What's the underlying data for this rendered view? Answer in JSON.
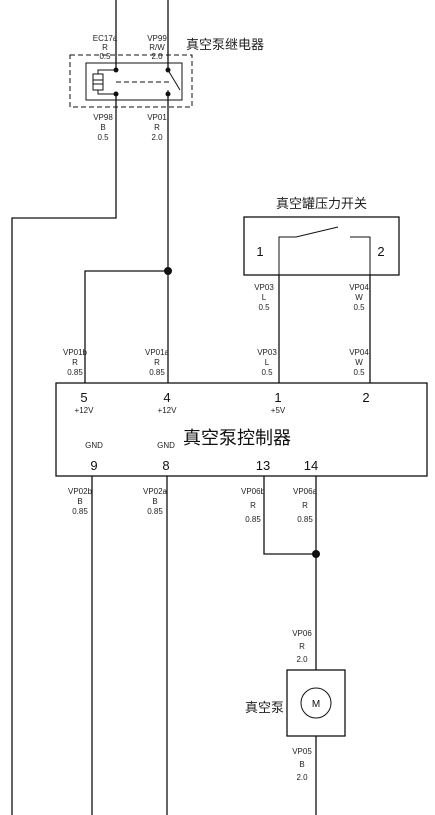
{
  "relay": {
    "title": "真空泵继电器",
    "top_left": [
      "EC17a",
      "R",
      "0.5"
    ],
    "top_right": [
      "VP99",
      "R/W",
      "2.0"
    ],
    "bottom_left": [
      "VP98",
      "B",
      "0.5"
    ],
    "bottom_right": [
      "VP01",
      "R",
      "2.0"
    ]
  },
  "switch": {
    "title": "真空罐压力开关",
    "pin1": "1",
    "pin2": "2",
    "wire_left_top": [
      "VP03",
      "L",
      "0.5"
    ],
    "wire_right_top": [
      "VP04",
      "W",
      "0.5"
    ]
  },
  "controller": {
    "title": "真空泵控制器",
    "top_pins": [
      {
        "num": "5",
        "sub": "+12V",
        "wire": [
          "VP01b",
          "R",
          "0.85"
        ]
      },
      {
        "num": "4",
        "sub": "+12V",
        "wire": [
          "VP01a",
          "R",
          "0.85"
        ]
      },
      {
        "num": "1",
        "sub": "+5V",
        "wire": [
          "VP03",
          "L",
          "0.5"
        ]
      },
      {
        "num": "2",
        "sub": "",
        "wire": [
          "VP04",
          "W",
          "0.5"
        ]
      }
    ],
    "bottom_pins": [
      {
        "num": "9",
        "sub": "GND",
        "wire": [
          "VP02b",
          "B",
          "0.85"
        ]
      },
      {
        "num": "8",
        "sub": "GND",
        "wire": [
          "VP02a",
          "B",
          "0.85"
        ]
      },
      {
        "num": "13",
        "sub": "",
        "wire": [
          "VP06b",
          "R",
          "0.85"
        ]
      },
      {
        "num": "14",
        "sub": "",
        "wire": [
          "VP06a",
          "R",
          "0.85"
        ]
      }
    ]
  },
  "pump": {
    "label": "真空泵",
    "symbol": "M",
    "wire_top": [
      "VP06",
      "R",
      "2.0"
    ],
    "wire_bottom": [
      "VP05",
      "B",
      "2.0"
    ]
  }
}
